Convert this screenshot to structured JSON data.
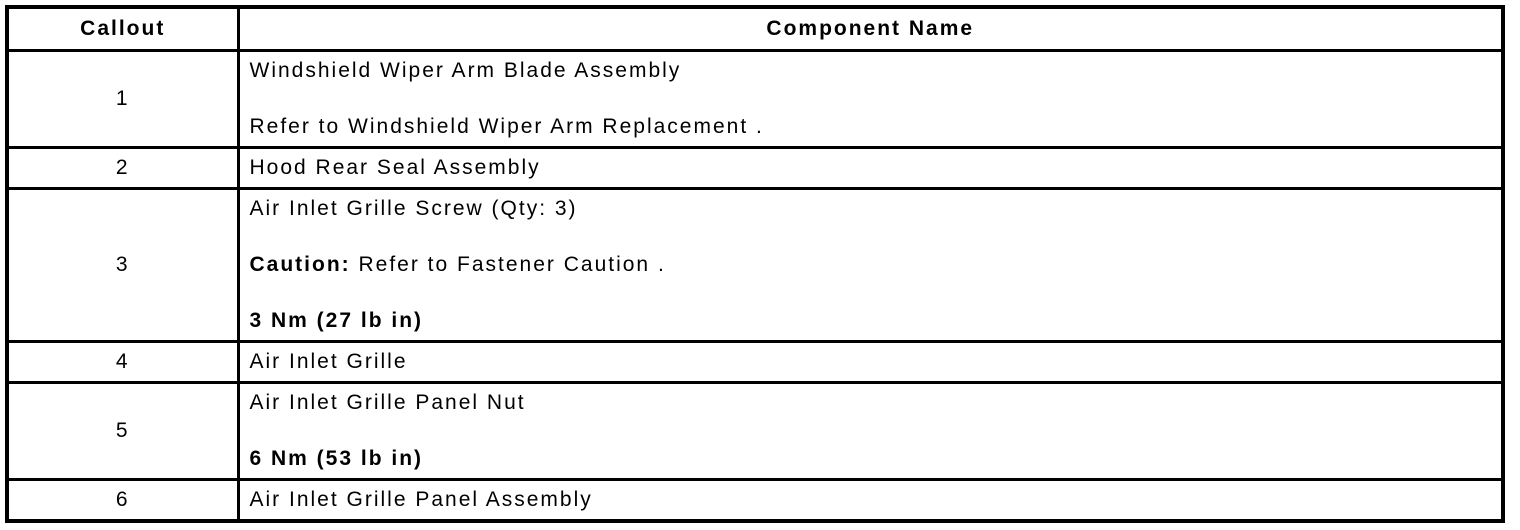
{
  "colors": {
    "border": "#000000",
    "text": "#000000",
    "background": "#ffffff"
  },
  "table": {
    "headers": [
      "Callout",
      "Component Name"
    ],
    "rows": [
      {
        "callout": "1",
        "paragraphs": [
          {
            "text": "Windshield Wiper Arm Blade Assembly",
            "bold": false
          },
          {
            "text": "Refer to Windshield Wiper Arm Replacement .",
            "bold": false
          }
        ]
      },
      {
        "callout": "2",
        "paragraphs": [
          {
            "text": "Hood Rear Seal Assembly",
            "bold": false
          }
        ]
      },
      {
        "callout": "3",
        "paragraphs": [
          {
            "text": "Air Inlet Grille Screw (Qty: 3)",
            "bold": false
          },
          {
            "bold_prefix": "Caution:",
            "text": " Refer to Fastener Caution .",
            "bold": false
          },
          {
            "text": "3 Nm (27 lb in)",
            "bold": true
          }
        ]
      },
      {
        "callout": "4",
        "paragraphs": [
          {
            "text": "Air Inlet Grille",
            "bold": false
          }
        ]
      },
      {
        "callout": "5",
        "paragraphs": [
          {
            "text": "Air Inlet Grille Panel Nut",
            "bold": false
          },
          {
            "text": "6 Nm (53 lb in)",
            "bold": true
          }
        ]
      },
      {
        "callout": "6",
        "paragraphs": [
          {
            "text": "Air Inlet Grille Panel Assembly",
            "bold": false
          }
        ]
      }
    ]
  }
}
